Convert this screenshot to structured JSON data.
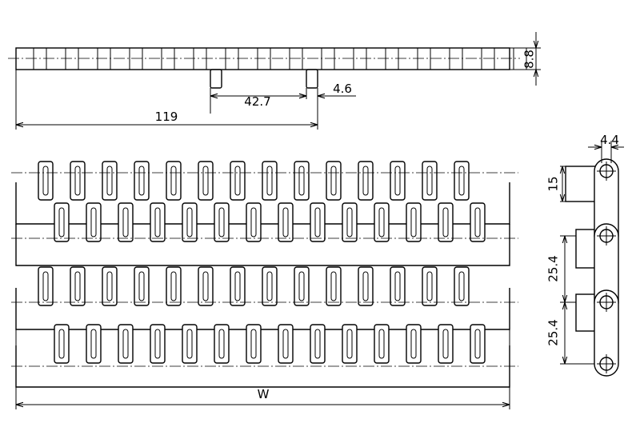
{
  "dimensions": {
    "thickness": "8.8",
    "pitch_top": "42.7",
    "lug_width": "4.6",
    "module_width": "119",
    "side_offset": "4.4",
    "tab_height": "15",
    "pitch_1": "25.4",
    "pitch_2": "25.4",
    "overall_width": "W"
  },
  "colors": {
    "line": "#000000",
    "background": "#ffffff"
  }
}
